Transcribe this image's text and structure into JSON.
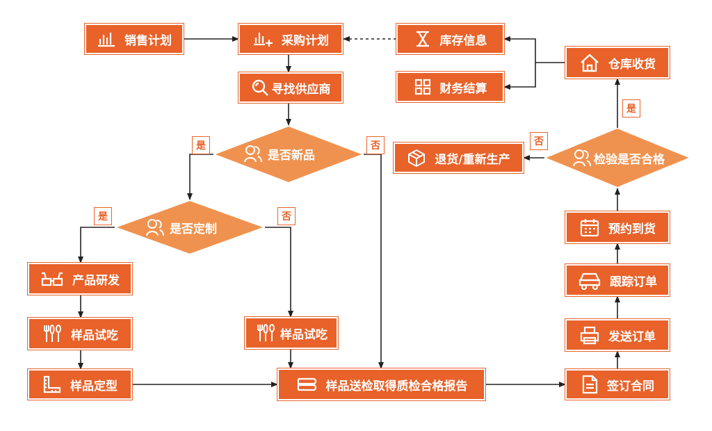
{
  "nodes": {
    "sales_plan": "销售计划",
    "purchase_plan": "采购计划",
    "inventory_info": "库存信息",
    "finance_settlement": "财务结算",
    "warehouse_receipt": "仓库收货",
    "find_supplier": "寻找供应商",
    "is_new_product": "是否新品",
    "is_customized": "是否定制",
    "product_rd": "产品研发",
    "sample_tasting_left": "样品试吃",
    "sample_finalize": "样品定型",
    "sample_tasting_mid": "样品试吃",
    "quality_report": "样品送检取得质检合格报告",
    "sign_contract": "签订合同",
    "send_order": "发送订单",
    "track_order": "跟踪订单",
    "schedule_delivery": "预约到货",
    "inspection_qualified": "检验是否合格",
    "return_reproduce": "退货/重新生产"
  },
  "tags": {
    "yes": "是",
    "no": "否"
  },
  "colors": {
    "node": "#e8622a",
    "diamond": "#f0924f",
    "line": "#222222",
    "tag_border": "#e8622a"
  },
  "icons": {
    "sales_plan": "bar-chart-icon",
    "purchase_plan": "bar-chart-plus-icon",
    "inventory_info": "hourglass-icon",
    "finance_settlement": "grid-icon",
    "warehouse_receipt": "house-icon",
    "find_supplier": "magnifier-icon",
    "decision": "people-icon",
    "product_rd": "glasses-icon",
    "sample_tasting": "utensils-icon",
    "sample_finalize": "ruler-icon",
    "quality_report": "document-stack-icon",
    "sign_contract": "document-icon",
    "send_order": "printer-icon",
    "track_order": "car-icon",
    "schedule_delivery": "calendar-icon",
    "return_reproduce": "box-icon"
  }
}
